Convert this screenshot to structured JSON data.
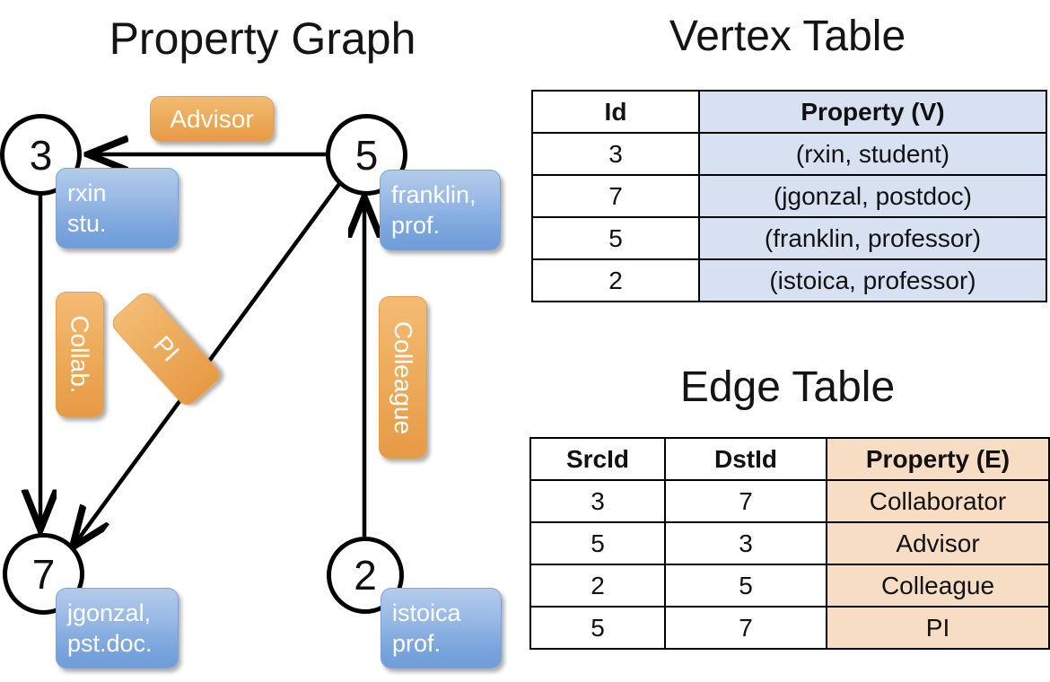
{
  "titles": {
    "graph": "Property Graph",
    "vertex_table": "Vertex Table",
    "edge_table": "Edge Table"
  },
  "graph": {
    "nodes": [
      {
        "id": "3",
        "name": "rxin",
        "role": "stu."
      },
      {
        "id": "5",
        "name": "franklin,",
        "role": "prof."
      },
      {
        "id": "7",
        "name": "jgonzal,",
        "role": "pst.doc."
      },
      {
        "id": "2",
        "name": "istoica",
        "role": "prof."
      }
    ],
    "edge_labels": [
      {
        "key": "advisor",
        "text": "Advisor"
      },
      {
        "key": "collab",
        "text": "Collab."
      },
      {
        "key": "pi",
        "text": "PI"
      },
      {
        "key": "colleague",
        "text": "Colleague"
      }
    ]
  },
  "vertex_table": {
    "headers": [
      "Id",
      "Property (V)"
    ],
    "rows": [
      {
        "id": "3",
        "property": "(rxin, student)"
      },
      {
        "id": "7",
        "property": "(jgonzal, postdoc)"
      },
      {
        "id": "5",
        "property": "(franklin, professor)"
      },
      {
        "id": "2",
        "property": "(istoica, professor)"
      }
    ]
  },
  "edge_table": {
    "headers": [
      "SrcId",
      "DstId",
      "Property (E)"
    ],
    "rows": [
      {
        "src": "3",
        "dst": "7",
        "property": "Collaborator"
      },
      {
        "src": "5",
        "dst": "3",
        "property": "Advisor"
      },
      {
        "src": "2",
        "dst": "5",
        "property": "Colleague"
      },
      {
        "src": "5",
        "dst": "7",
        "property": "PI"
      }
    ]
  },
  "colors": {
    "vertex_fill": "#d7e1f2",
    "edge_fill": "#f6ddc4",
    "node_box_blue": "#7aa5dd",
    "label_orange": "#eeae5f",
    "stroke": "#000000"
  }
}
